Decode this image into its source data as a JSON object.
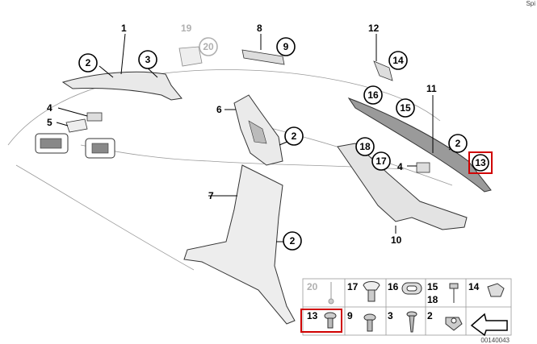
{
  "corner_text": "Spi",
  "footer_id": "00140043",
  "labels": {
    "l1": "1",
    "l19": "19",
    "l8": "8",
    "l12": "12",
    "l4a": "4",
    "l5": "5",
    "l6": "6",
    "l11": "11",
    "l7": "7",
    "l10": "10",
    "l4b": "4"
  },
  "circles": {
    "c20": "20",
    "c9": "9",
    "c2a": "2",
    "c3": "3",
    "c14": "14",
    "c16": "16",
    "c15": "15",
    "c2b": "2",
    "c18": "18",
    "c17": "17",
    "c2c": "2",
    "c13": "13",
    "c2d": "2"
  },
  "legend": {
    "r1": [
      "20",
      "17",
      "16",
      "15",
      "18",
      "14"
    ],
    "r2": [
      "13",
      "9",
      "3",
      "2"
    ]
  },
  "colors": {
    "highlight": "#d00000",
    "muted": "#b0b0b0",
    "ink": "#000000"
  }
}
